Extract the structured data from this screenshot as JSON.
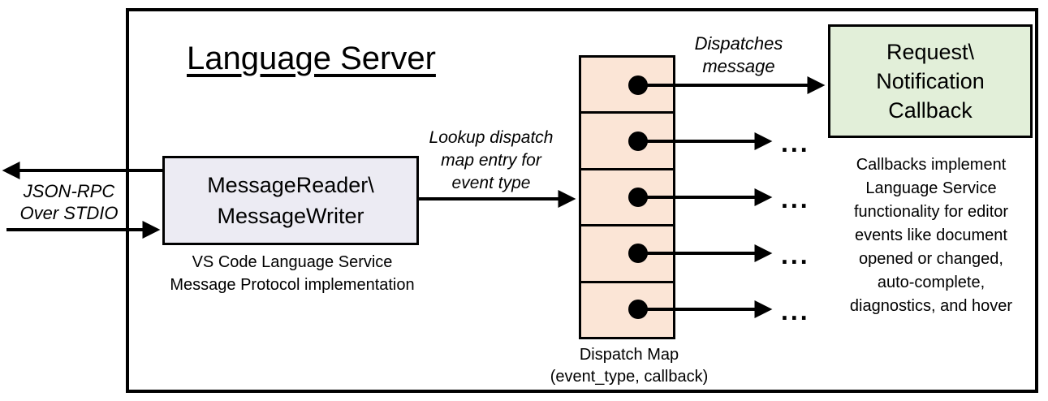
{
  "diagram": {
    "title": "Language Server",
    "io_label": {
      "lines": [
        "JSON-RPC",
        "Over STDIO"
      ]
    },
    "message_box": {
      "lines": [
        "MessageReader\\",
        "MessageWriter"
      ],
      "caption": [
        "VS Code Language Service",
        "Message Protocol implementation"
      ]
    },
    "lookup_label": {
      "lines": [
        "Lookup dispatch",
        "map entry for",
        "event type"
      ]
    },
    "dispatch_map": {
      "cell_count": 5,
      "caption": [
        "Dispatch Map",
        "(event_type, callback)"
      ]
    },
    "dispatches_label": {
      "lines": [
        "Dispatches",
        "message"
      ]
    },
    "callback_box": {
      "lines": [
        "Request\\",
        "Notification",
        "Callback"
      ]
    },
    "ellipsis": "...",
    "callbacks_note": {
      "lines": [
        "Callbacks implement",
        "Language Service",
        "functionality for editor",
        "events like document",
        "opened or changed,",
        "auto-complete,",
        "diagnostics, and hover"
      ]
    },
    "colors": {
      "line": "#000000",
      "dispatch_cell_fill": "#FBE5D6",
      "message_box_fill": "#ECEBF3",
      "callback_box_fill": "#E2EFD9"
    }
  }
}
